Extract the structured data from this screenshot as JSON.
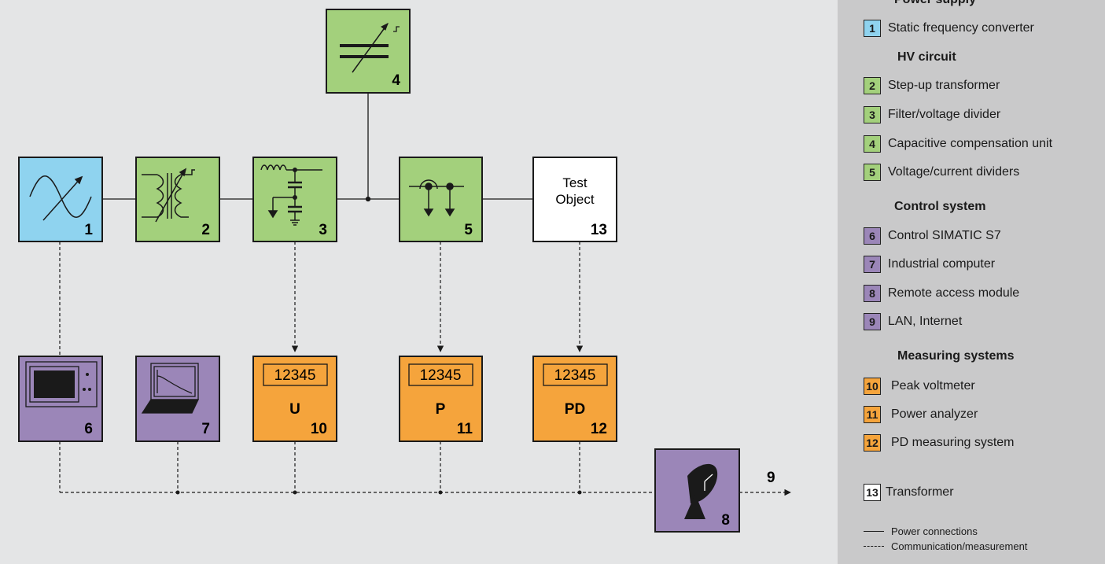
{
  "colors": {
    "power": "#8fd3ef",
    "hv": "#a3d07c",
    "control": "#9b86b8",
    "measuring": "#f5a43c",
    "object": "#ffffff"
  },
  "blocks": {
    "b1": {
      "num": "1",
      "icon": "sine-with-variable-arrow-icon"
    },
    "b2": {
      "num": "2",
      "icon": "variable-transformer-icon"
    },
    "b3": {
      "num": "3",
      "icon": "filter-capacitor-divider-icon"
    },
    "b4": {
      "num": "4",
      "icon": "variable-capacitor-icon"
    },
    "b5": {
      "num": "5",
      "icon": "voltage-current-divider-icon"
    },
    "b13": {
      "num": "13",
      "line1": "Test",
      "line2": "Object"
    },
    "b6": {
      "num": "6",
      "icon": "control-panel-icon"
    },
    "b7": {
      "num": "7",
      "icon": "laptop-icon"
    },
    "b10": {
      "num": "10",
      "display": "12345",
      "symbol": "U"
    },
    "b11": {
      "num": "11",
      "display": "12345",
      "symbol": "P"
    },
    "b12": {
      "num": "12",
      "display": "12345",
      "symbol": "PD"
    },
    "b8": {
      "num": "8",
      "icon": "satellite-dish-icon"
    }
  },
  "lan_label": "9",
  "legend": {
    "sections": [
      {
        "title": "Power supply",
        "items": [
          {
            "num": "1",
            "label": "Static frequency converter",
            "color": "#8fd3ef"
          }
        ]
      },
      {
        "title": "HV circuit",
        "items": [
          {
            "num": "2",
            "label": "Step-up transformer",
            "color": "#a3d07c"
          },
          {
            "num": "3",
            "label": "Filter/voltage divider",
            "color": "#a3d07c"
          },
          {
            "num": "4",
            "label": "Capacitive compensation unit",
            "color": "#a3d07c"
          },
          {
            "num": "5",
            "label": "Voltage/current dividers",
            "color": "#a3d07c"
          }
        ]
      },
      {
        "title": "Control system",
        "items": [
          {
            "num": "6",
            "label": "Control SIMATIC S7",
            "color": "#9b86b8"
          },
          {
            "num": "7",
            "label": "Industrial computer",
            "color": "#9b86b8"
          },
          {
            "num": "8",
            "label": "Remote access module",
            "color": "#9b86b8"
          },
          {
            "num": "9",
            "label": "LAN, Internet",
            "color": "#9b86b8"
          }
        ]
      },
      {
        "title": "Measuring systems",
        "items": [
          {
            "num": "10",
            "label": "Peak voltmeter",
            "color": "#f5a43c"
          },
          {
            "num": "11",
            "label": "Power analyzer",
            "color": "#f5a43c"
          },
          {
            "num": "12",
            "label": "PD measuring system",
            "color": "#f5a43c"
          }
        ]
      }
    ],
    "object_item": {
      "num": "13",
      "label": "Transformer",
      "color": "#ffffff"
    },
    "line_legend": {
      "power": "Power connections",
      "communication": "Communication/measurement"
    }
  }
}
